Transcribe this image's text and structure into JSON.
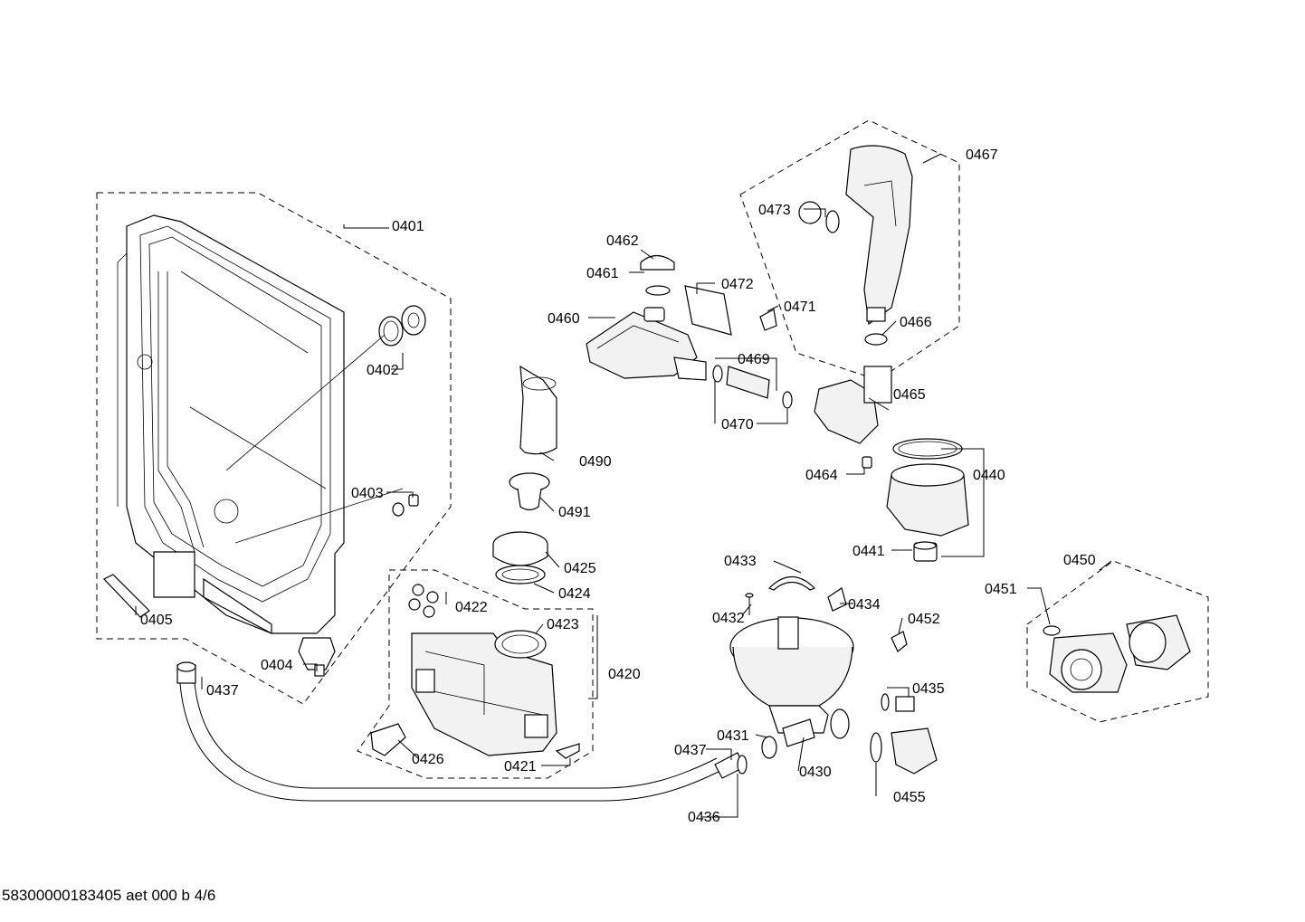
{
  "diagram": {
    "labels": {
      "p0401": "0401",
      "p0402": "0402",
      "p0403": "0403",
      "p0404": "0404",
      "p0405": "0405",
      "p0420": "0420",
      "p0421": "0421",
      "p0422": "0422",
      "p0423": "0423",
      "p0424": "0424",
      "p0425": "0425",
      "p0426": "0426",
      "p0430": "0430",
      "p0431": "0431",
      "p0432": "0432",
      "p0433": "0433",
      "p0434": "0434",
      "p0435": "0435",
      "p0436": "0436",
      "p0437a": "0437",
      "p0437b": "0437",
      "p0440": "0440",
      "p0441": "0441",
      "p0450": "0450",
      "p0451": "0451",
      "p0452": "0452",
      "p0455": "0455",
      "p0460": "0460",
      "p0461": "0461",
      "p0462": "0462",
      "p0464": "0464",
      "p0465": "0465",
      "p0466": "0466",
      "p0467": "0467",
      "p0469": "0469",
      "p0470": "0470",
      "p0471": "0471",
      "p0472": "0472",
      "p0473": "0473",
      "p0490": "0490",
      "p0491": "0491"
    }
  },
  "footer": {
    "text": "58300000183405 aet 000 b 4/6"
  }
}
